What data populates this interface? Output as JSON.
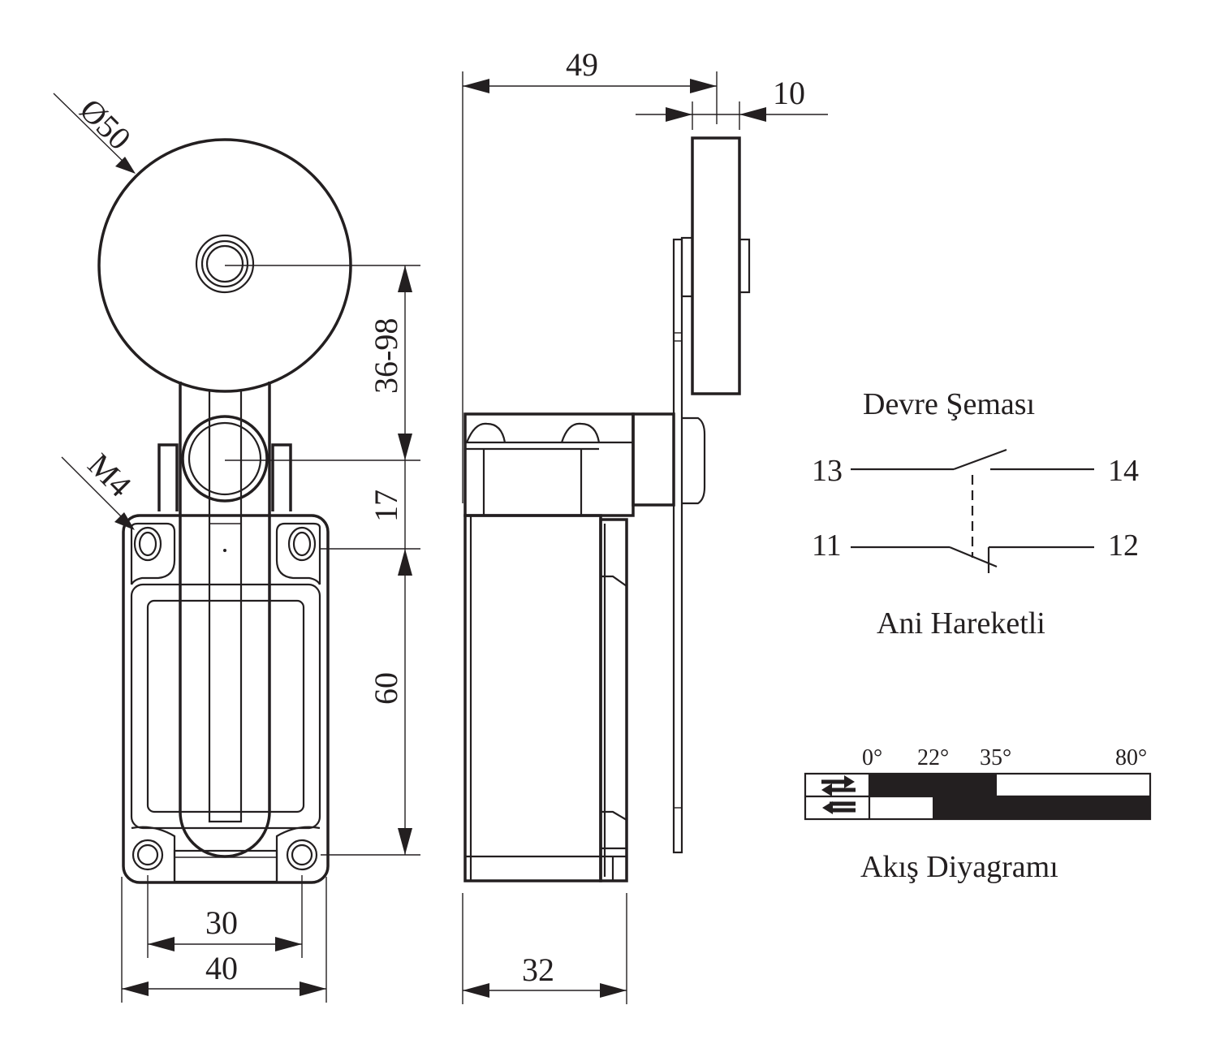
{
  "front_view": {
    "dimensions": {
      "roller_diameter": "Ø50",
      "lever_length": "36-98",
      "pivot_to_hole": "17",
      "hole_spacing_vertical": "60",
      "hole_spacing_horizontal": "30",
      "body_width": "40",
      "thread": "M4"
    }
  },
  "side_view": {
    "dimensions": {
      "overall_depth": "49",
      "roller_width": "10",
      "body_depth": "32"
    }
  },
  "circuit": {
    "title": "Devre Şeması",
    "terminals": {
      "no_left": "13",
      "no_right": "14",
      "nc_left": "11",
      "nc_right": "12"
    },
    "caption": "Ani Hareketli"
  },
  "travel_diagram": {
    "title": "Akış Diyagramı",
    "angles": [
      "0°",
      "22°",
      "35°",
      "80°"
    ],
    "fill_color": "#231f20"
  }
}
